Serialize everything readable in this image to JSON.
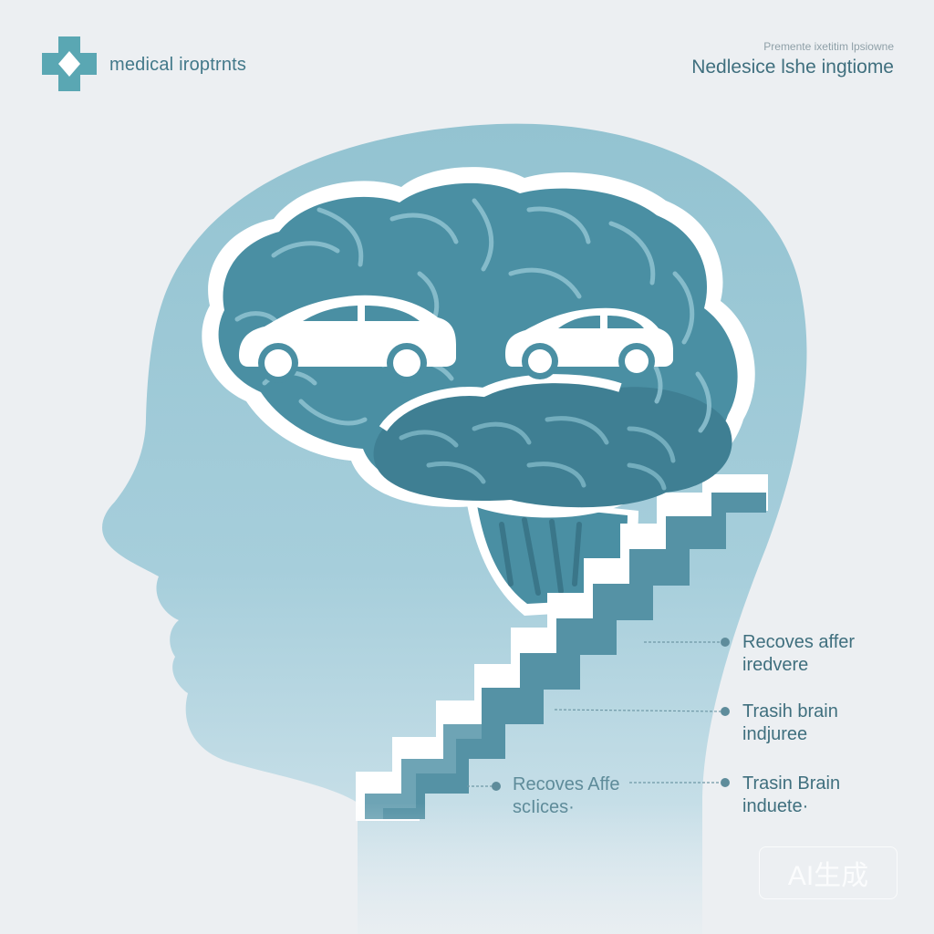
{
  "header": {
    "brand_text": "medical iroptrnts",
    "subtitle_small": "Premente ixetitim lpsiowne",
    "title": "Nedlesice lshe ingtiome"
  },
  "annotations": [
    {
      "line1": "Recoves affer",
      "line2": "iredvere"
    },
    {
      "line1": "Trasih  brain",
      "line2": "indjuree"
    },
    {
      "line1": "Trasin Brain",
      "line2": "induete·"
    },
    {
      "line1": "Recoves Affe",
      "line2": "scIices·"
    }
  ],
  "watermark": {
    "text": "AI生成"
  },
  "icons": {
    "logo": "medical-cross-icon",
    "car_left": "car-icon",
    "car_right": "car-icon"
  },
  "colors": {
    "background": "#eceff2",
    "head": "#9ec8d5",
    "brain": "#4a8fa3",
    "brain_dark": "#3f7f93",
    "stairs": "#5592a5",
    "text": "#3f6f7e"
  }
}
